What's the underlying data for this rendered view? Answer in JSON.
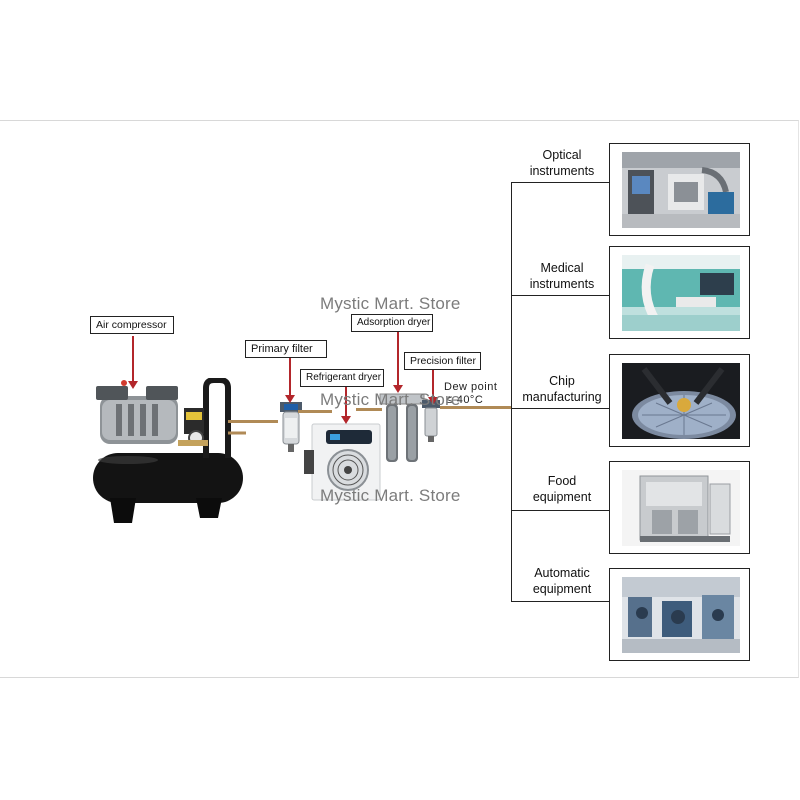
{
  "labels": {
    "air_compressor": "Air compressor",
    "primary_filter": "Primary filter",
    "refrigerant_dryer": "Refrigerant dryer",
    "adsorption_dryer": "Adsorption dryer",
    "precision_filter": "Precision filter",
    "dew_point_line1": "Dew point",
    "dew_point_line2": "≤-40°C"
  },
  "watermark": "Mystic Mart. Store",
  "applications": [
    {
      "line1": "Optical",
      "line2": "instruments"
    },
    {
      "line1": "Medical",
      "line2": "instruments"
    },
    {
      "line1": "Chip",
      "line2": "manufacturing"
    },
    {
      "line1": "Food",
      "line2": "equipment"
    },
    {
      "line1": "Automatic",
      "line2": "equipment"
    }
  ],
  "colors": {
    "arrow": "#b3262b",
    "pipe": "#b08a56",
    "tank": "#111111",
    "watermark": "#7c7c7c"
  }
}
